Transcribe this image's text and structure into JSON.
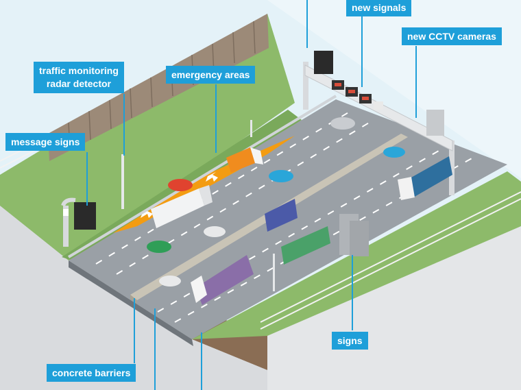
{
  "labels": {
    "new_signals": "new signals",
    "new_cctv_cameras": "new CCTV cameras",
    "traffic_monitoring_line1": "traffic monitoring",
    "traffic_monitoring_line2": "radar detector",
    "emergency_areas": "emergency areas",
    "message_signs": "message signs",
    "signs": "signs",
    "concrete_barriers": "concrete barriers"
  },
  "vehicle_icons": [
    "shopping-basket-icon"
  ],
  "colors": {
    "label_bg": "#1e9fd9",
    "label_text": "#ffffff",
    "grass": "#8dba6a",
    "road": "#9aa0a6",
    "emergency_area": "#f39c12",
    "sky": "#e3f2f8"
  }
}
